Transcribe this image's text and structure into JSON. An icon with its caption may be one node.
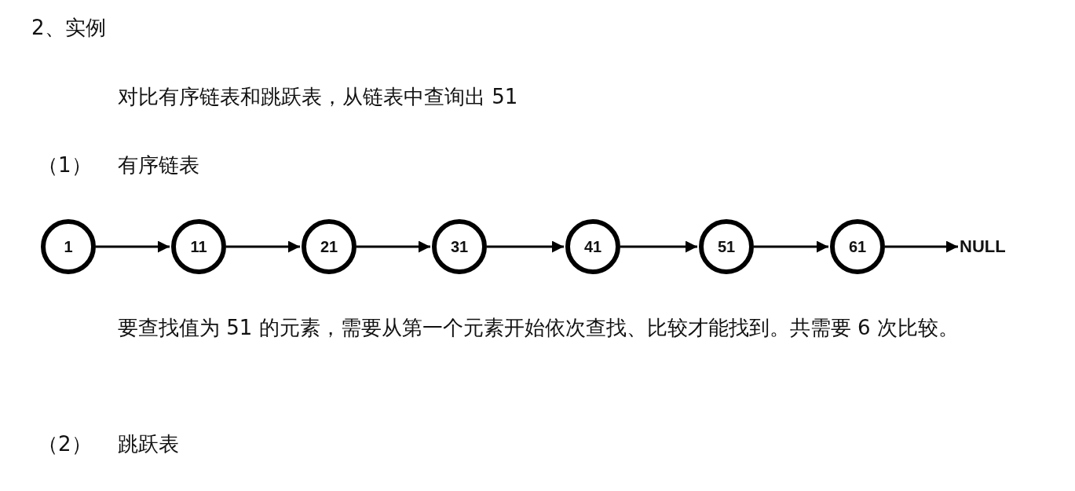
{
  "diagram": {
    "nodes": [
      {
        "text": [
          "1"
        ]
      },
      {
        "text": [
          "11"
        ]
      },
      {
        "text": [
          "21"
        ]
      },
      {
        "text": [
          "31"
        ]
      },
      {
        "text": [
          "41"
        ]
      },
      {
        "text": [
          "51"
        ]
      },
      {
        "text": [
          "61"
        ]
      },
      {
        "text": [
          "NULL"
        ]
      }
    ],
    "edges": [
      {
        "from": 0,
        "to": 1,
        "arrow": "to"
      },
      {
        "from": 1,
        "to": 2,
        "arrow": "to"
      },
      {
        "from": 2,
        "to": 3,
        "arrow": "to"
      },
      {
        "from": 3,
        "to": 4,
        "arrow": "to"
      },
      {
        "from": 4,
        "to": 5,
        "arrow": "to"
      },
      {
        "from": 5,
        "to": 6,
        "arrow": "to"
      },
      {
        "from": 6,
        "to": 7,
        "arrow": "to"
      }
    ],
    "labels": [
      "2、实例",
      "对比有序链表和跳跃表，从链表中查询出 51",
      "（1）",
      "有序链表",
      "要查找值为 51 的元素，需要从第一个元素开始依次查找、比较才能找到。共需要 6 次比较。",
      "（2）",
      "跳跃表"
    ]
  }
}
